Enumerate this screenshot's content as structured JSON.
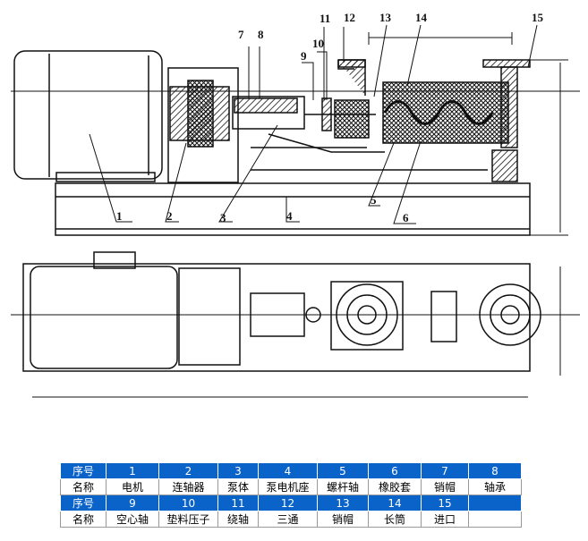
{
  "diagram": {
    "callouts": [
      "1",
      "2",
      "3",
      "4",
      "5",
      "6",
      "7",
      "8",
      "9",
      "10",
      "11",
      "12",
      "13",
      "14",
      "15"
    ]
  },
  "table": {
    "header_label": "序号",
    "name_label": "名称",
    "row1_numbers": [
      "1",
      "2",
      "3",
      "4",
      "5",
      "6",
      "7",
      "8"
    ],
    "row1_names": [
      "电机",
      "连轴器",
      "泵体",
      "泵电机座",
      "螺杆轴",
      "橡胶套",
      "销帽",
      "轴承"
    ],
    "row2_numbers": [
      "9",
      "10",
      "11",
      "12",
      "13",
      "14",
      "15",
      ""
    ],
    "row2_names": [
      "空心轴",
      "垫料压子",
      "绕轴",
      "三通",
      "销帽",
      "长筒",
      "进口",
      ""
    ]
  },
  "colors": {
    "header_bg": "#0a63c9",
    "line": "#111111"
  }
}
